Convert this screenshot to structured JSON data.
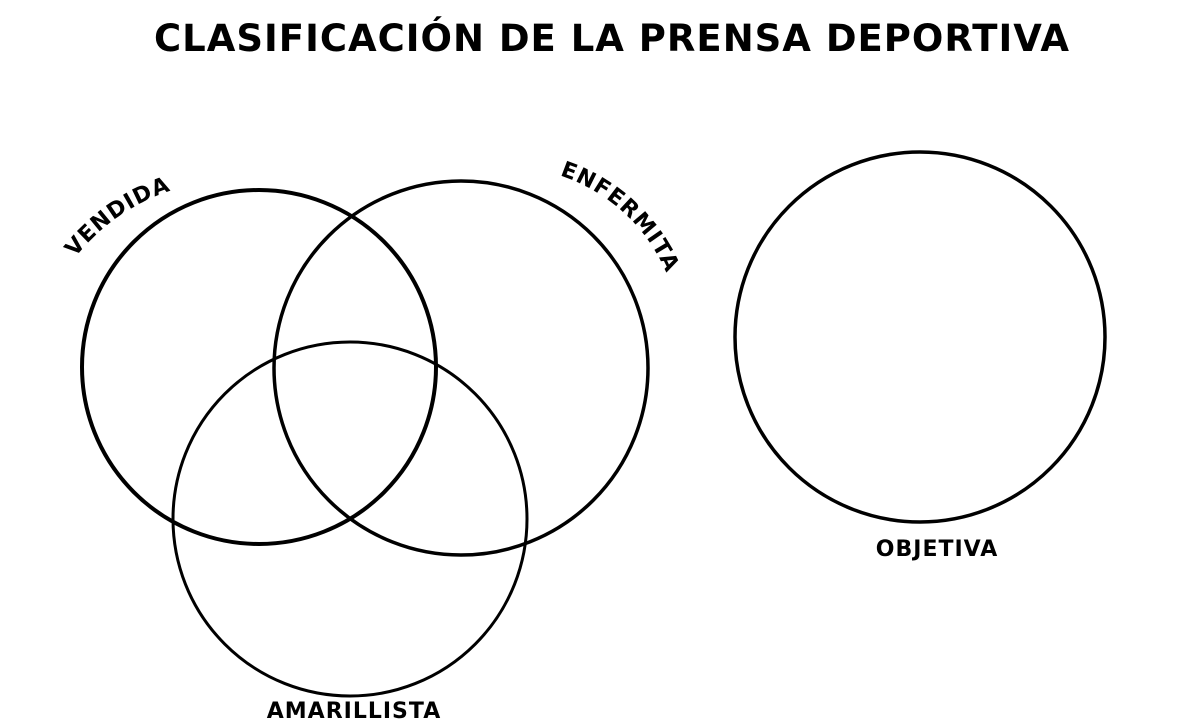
{
  "title": "CLASIFICACIÓN DE LA PRENSA DEPORTIVA",
  "colors": {
    "ink": "#000000",
    "background": "#ffffff"
  },
  "circles": [
    {
      "id": "vendida",
      "label": "VENDIDA"
    },
    {
      "id": "enfermita",
      "label": "ENFERMITA"
    },
    {
      "id": "amarillista",
      "label": "AMARILLISTA"
    },
    {
      "id": "objetiva",
      "label": "OBJETIVA"
    }
  ]
}
